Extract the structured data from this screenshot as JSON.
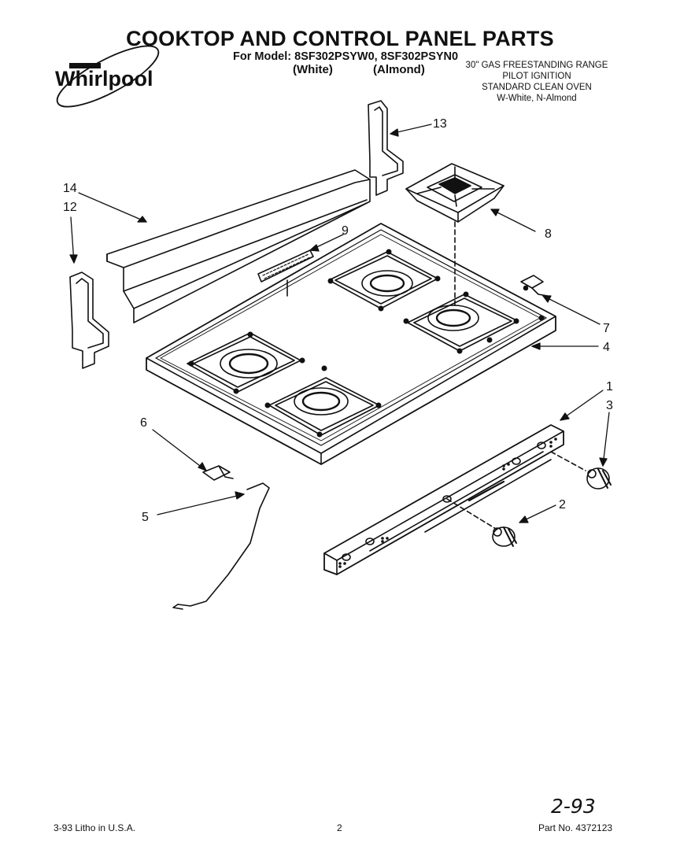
{
  "header": {
    "title": "COOKTOP AND CONTROL PANEL PARTS",
    "model_line": "For Model: 8SF302PSYW0, 8SF302PSYN0",
    "white": "(White)",
    "almond": "(Almond)",
    "brand": "Whirlpool"
  },
  "spec": {
    "line1": "30\" GAS FREESTANDING RANGE",
    "line2": "PILOT IGNITION",
    "line3": "STANDARD CLEAN OVEN",
    "line4": "W-White, N-Almond"
  },
  "callouts": {
    "c1": "1",
    "c2": "2",
    "c3": "3",
    "c4": "4",
    "c5": "5",
    "c6": "6",
    "c7": "7",
    "c8": "8",
    "c9": "9",
    "c12": "12",
    "c13": "13",
    "c14": "14"
  },
  "footer": {
    "litho": "3-93 Litho in U.S.A.",
    "page": "2",
    "part_no": "Part No. 4372123",
    "handwritten": "2-93"
  }
}
